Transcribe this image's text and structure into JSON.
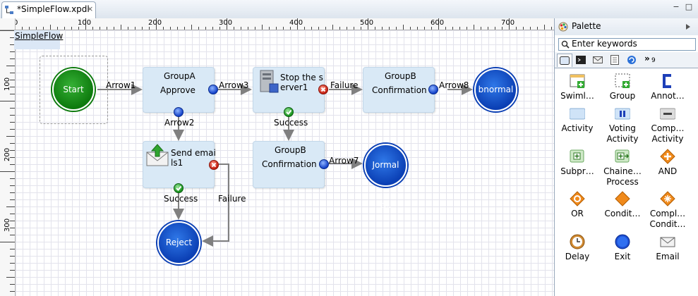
{
  "editor": {
    "tab_title": "*SimpleFlow.xpdl",
    "tab_close": "×",
    "win_min": "−",
    "win_max": "□"
  },
  "ruler": {
    "top": [
      "0",
      "100",
      "200",
      "300",
      "400",
      "500",
      "600",
      "700"
    ],
    "left": [
      "100",
      "200",
      "300"
    ]
  },
  "flow": {
    "name": "SimpleFlow",
    "start_label": "Start",
    "groupA_line1": "GroupA",
    "groupA_line2": "Approve",
    "stop_line1": "Stop the s",
    "stop_line2": "erver1",
    "groupB1_line1": "GroupB",
    "groupB1_line2": "Confirmation",
    "abnormal_label": "bnormal",
    "send_line1": "Send emai",
    "send_line2": "ls1",
    "groupB2_line1": "GroupB",
    "groupB2_line2": "Confirmation",
    "normal_label": "Jormal te.",
    "reject_label": "Reject",
    "arrow1": "Arrow1",
    "arrow2": "Arrow2",
    "arrow3": "Arrow3",
    "arrow7": "Arrow7",
    "arrow8": "Arrow8",
    "failure1": "Failure",
    "success1": "Success",
    "success2": "Success",
    "failure2": "Failure"
  },
  "palette": {
    "title": "Palette",
    "search_placeholder": "Enter keywords",
    "tab_more": "»",
    "tab_more_count": "9",
    "items": [
      {
        "label": "Swiml…",
        "icon": "swimlane-icon"
      },
      {
        "label": "Group",
        "icon": "group-icon"
      },
      {
        "label": "Annot…",
        "icon": "annotation-icon"
      },
      {
        "label": "Activity",
        "icon": "activity-icon"
      },
      {
        "label": "Voting Activity",
        "icon": "voting-activity-icon"
      },
      {
        "label": "Comp… Activity",
        "icon": "composite-activity-icon"
      },
      {
        "label": "Subpr…",
        "icon": "subprocess-icon"
      },
      {
        "label": "Chaine… Process",
        "icon": "chained-process-icon"
      },
      {
        "label": "AND",
        "icon": "and-gateway-icon"
      },
      {
        "label": "OR",
        "icon": "or-gateway-icon"
      },
      {
        "label": "Condit…",
        "icon": "condition-gateway-icon"
      },
      {
        "label": "Compl… Condit…",
        "icon": "complex-condition-icon"
      },
      {
        "label": "Delay",
        "icon": "delay-icon"
      },
      {
        "label": "Exit",
        "icon": "exit-icon"
      },
      {
        "label": "Email",
        "icon": "email-icon"
      }
    ]
  }
}
